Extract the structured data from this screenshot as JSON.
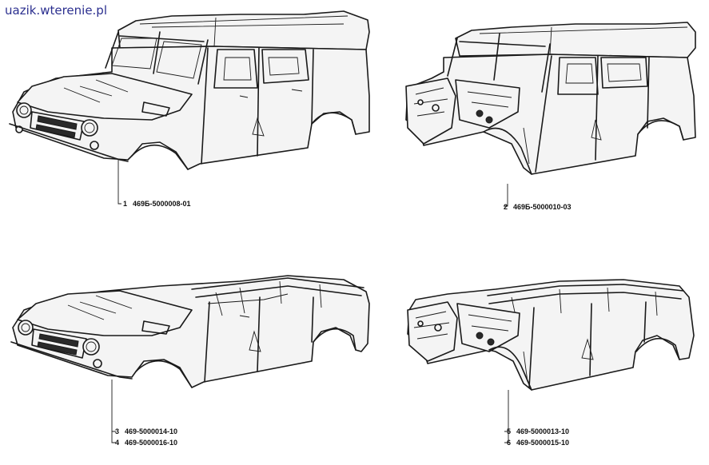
{
  "watermark": "uazik.wterenie.pl",
  "parts": [
    {
      "num": "1",
      "code": "469Б-5000008-01"
    },
    {
      "num": "2",
      "code": "469Б-5000010-03"
    },
    {
      "num": "3",
      "code": "469-5000014-10"
    },
    {
      "num": "4",
      "code": "469-5000016-10"
    },
    {
      "num": "5",
      "code": "469-5000013-10"
    },
    {
      "num": "6",
      "code": "469-5000015-10"
    }
  ]
}
